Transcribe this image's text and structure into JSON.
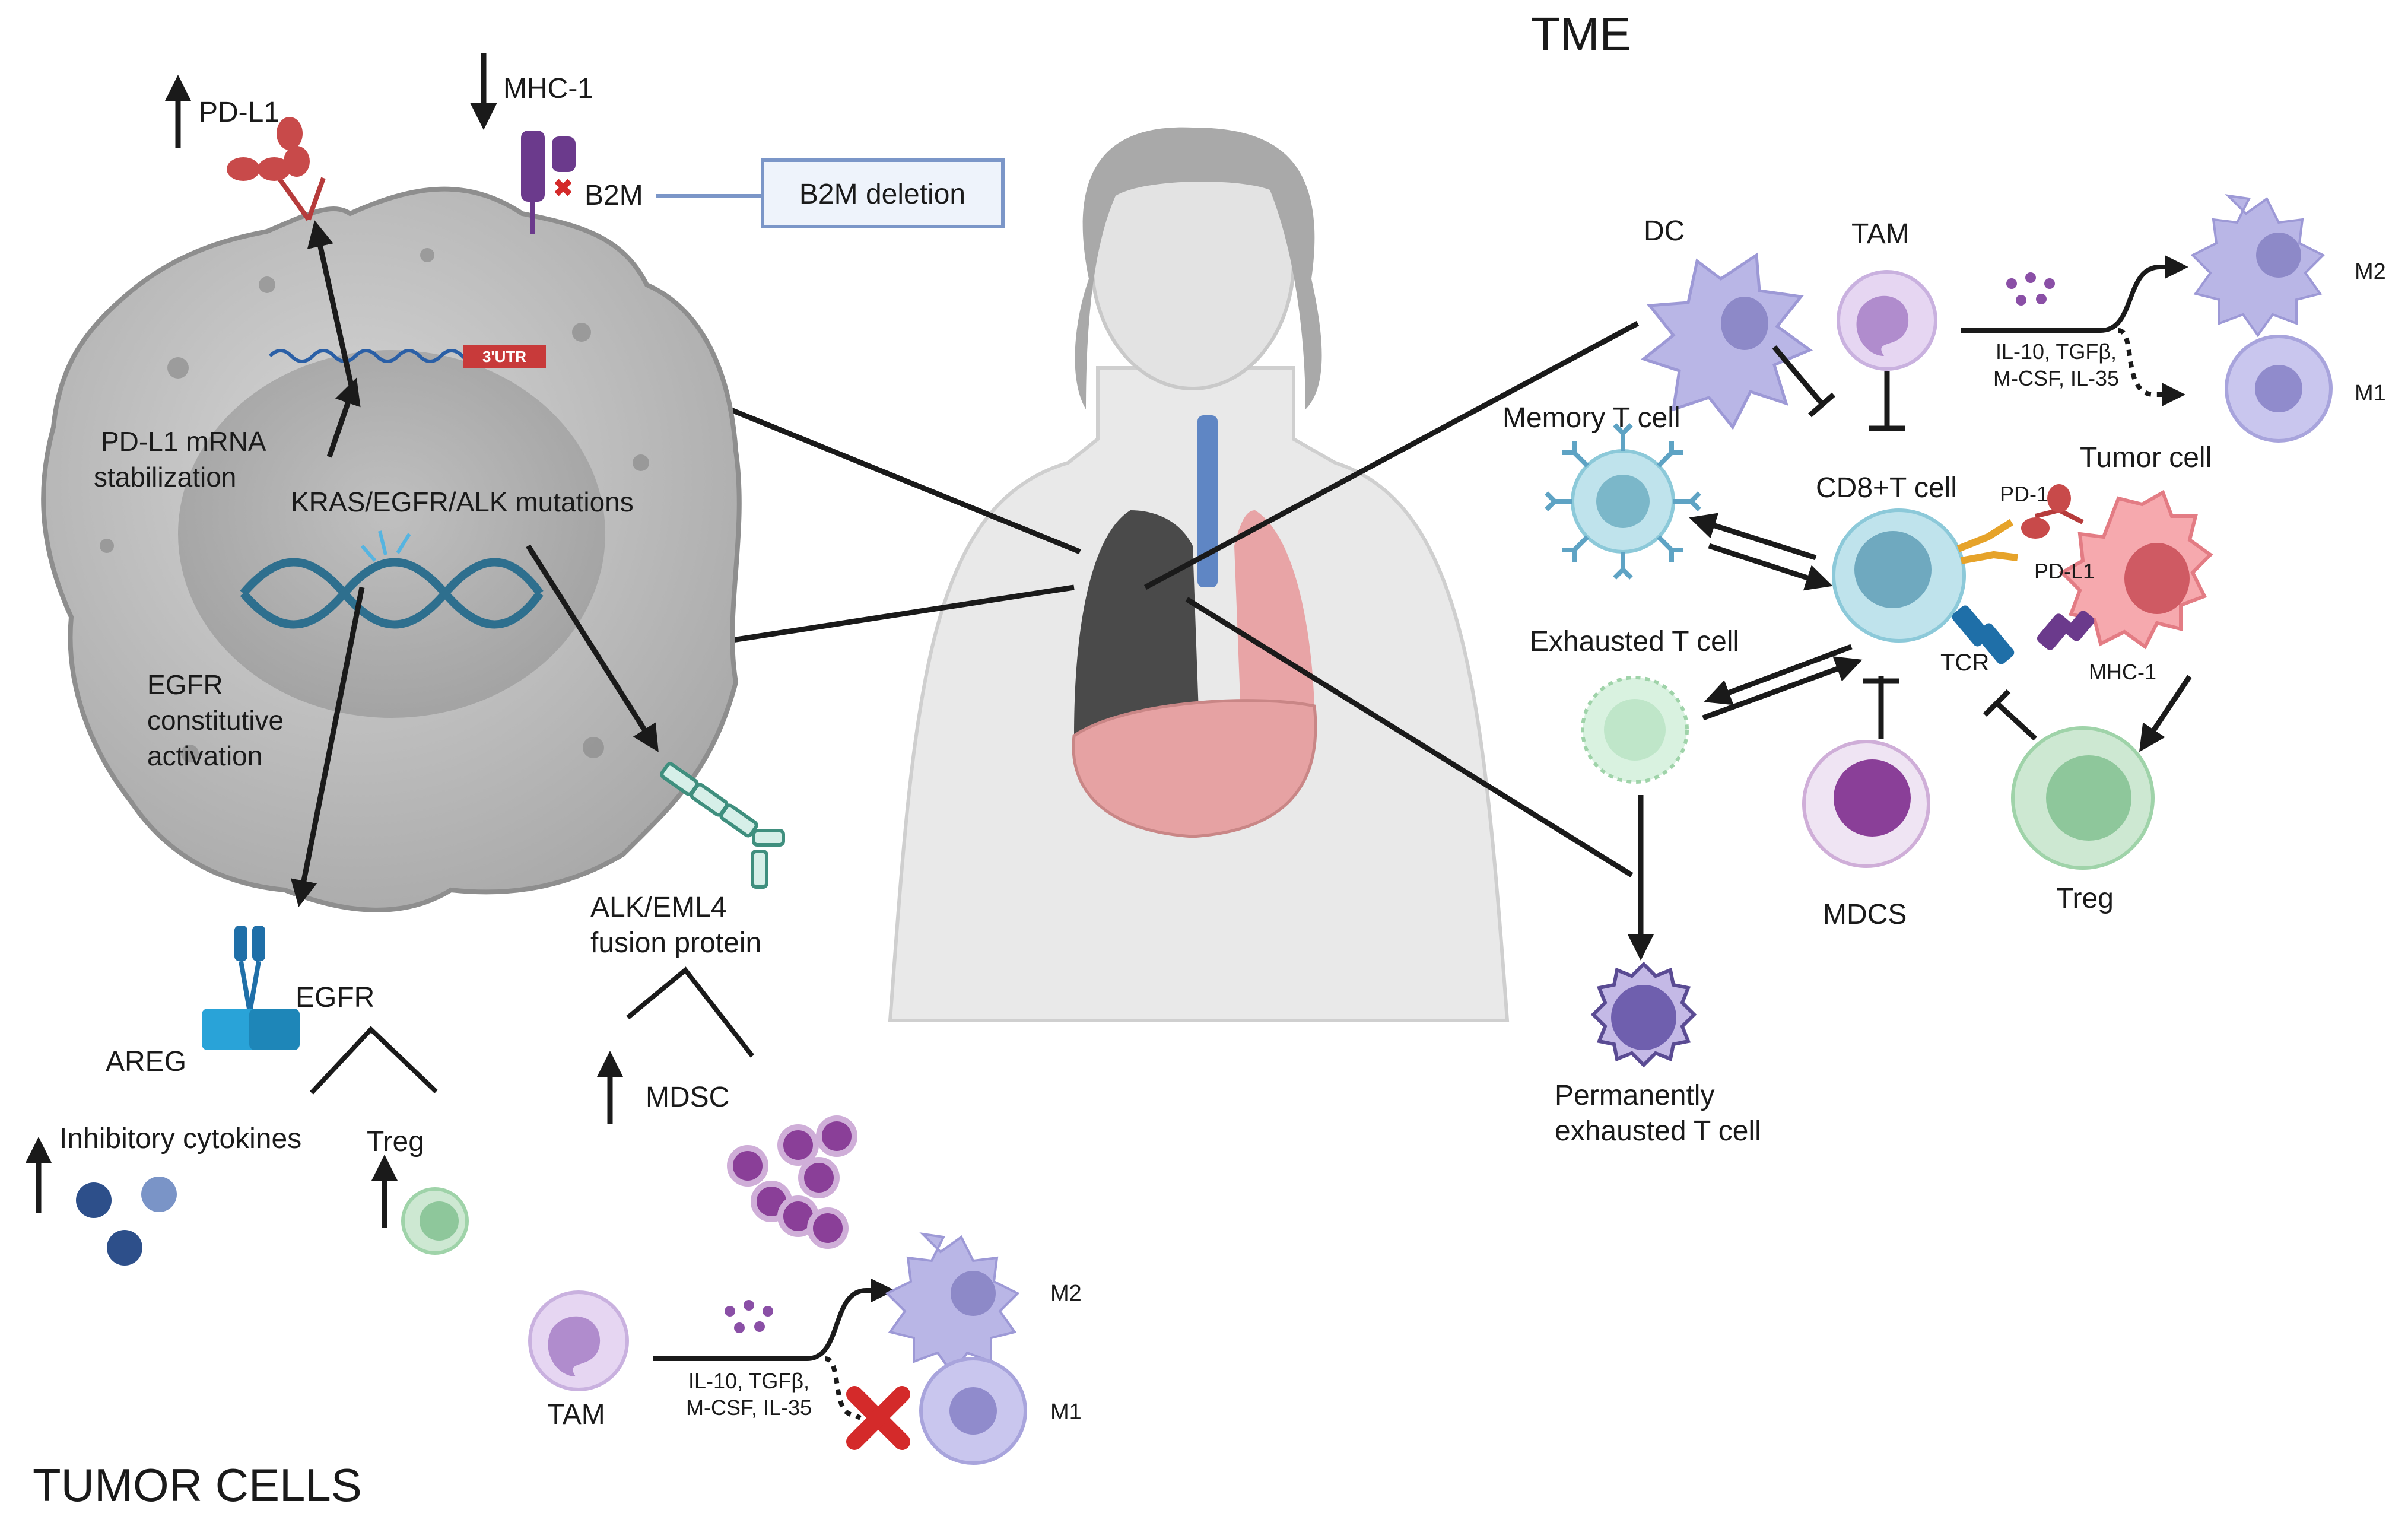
{
  "titles": {
    "tme": "TME",
    "tumor_cells": "TUMOR CELLS"
  },
  "tumor": {
    "pdl1": "PD-L1",
    "mhc1": "MHC-1",
    "b2m": "B2M",
    "b2m_deletion": "B2M deletion",
    "pdl1_mrna_line1": "PD-L1 mRNA",
    "pdl1_mrna_line2": "stabilization",
    "utr": "3'UTR",
    "mutations": "KRAS/EGFR/ALK mutations",
    "egfr_line1": "EGFR",
    "egfr_line2": "constitutive",
    "egfr_line3": "activation",
    "egfr": "EGFR",
    "areg": "AREG",
    "inhibitory_cytokines": "Inhibitory cytokines",
    "treg": "Treg",
    "alk_line1": "ALK/EML4",
    "alk_line2": "fusion protein",
    "mdsc": "MDSC",
    "tam": "TAM",
    "cyto_line1": "IL-10, TGFβ,",
    "cyto_line2": "M-CSF, IL-35",
    "m2": "M2",
    "m1": "M1"
  },
  "tme": {
    "dc": "DC",
    "tam": "TAM",
    "cyto_line1": "IL-10, TGFβ,",
    "cyto_line2": "M-CSF, IL-35",
    "m2": "M2",
    "m1": "M1",
    "memory_t": "Memory T cell",
    "cd8": "CD8+T cell",
    "tumor_cell": "Tumor cell",
    "pd1": "PD-1",
    "pdl1": "PD-L1",
    "tcr": "TCR",
    "mhc1": "MHC-1",
    "exhausted": "Exhausted T cell",
    "mdcs": "MDCS",
    "treg": "Treg",
    "perm_line1": "Permanently",
    "perm_line2": "exhausted T cell"
  },
  "colors": {
    "tumor_body": "#bdbdbd",
    "arrow": "#1a1a1a",
    "macrophage": "#b9b6e6",
    "tam": "#d8c3ea",
    "cd8": "#a9d6e2",
    "exhausted": "#cdeed6",
    "mdsc": "#8a3f98",
    "treg": "#9fd3a9",
    "tumor_cell": "#f48b93",
    "lung_dark": "#4a4a4a",
    "lung_red": "#e8a4a6",
    "b2m_box": "#7b96c8",
    "utr_red": "#c83a3a"
  }
}
